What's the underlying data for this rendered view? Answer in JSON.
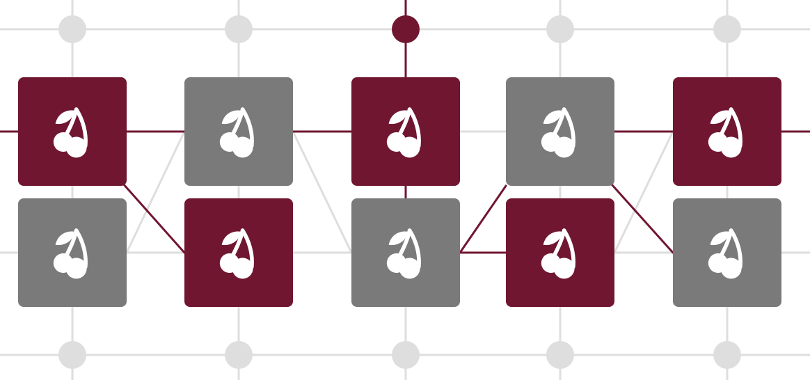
{
  "colors": {
    "background": "#ffffff",
    "grid_line": "#dedede",
    "grid_node": "#dedede",
    "active": "#701630",
    "inactive": "#7a7a7a",
    "icon": "#ffffff"
  },
  "tile_icon": "cherry-icon",
  "columns": [
    {
      "top": "active",
      "bottom": "inactive"
    },
    {
      "top": "inactive",
      "bottom": "active"
    },
    {
      "top": "active",
      "bottom": "inactive"
    },
    {
      "top": "inactive",
      "bottom": "active"
    },
    {
      "top": "active",
      "bottom": "inactive"
    }
  ],
  "grid_nodes": {
    "top": [
      "grey",
      "grey",
      "active",
      "grey",
      "grey"
    ],
    "bottom": [
      "grey",
      "grey",
      "grey",
      "grey",
      "grey"
    ]
  }
}
